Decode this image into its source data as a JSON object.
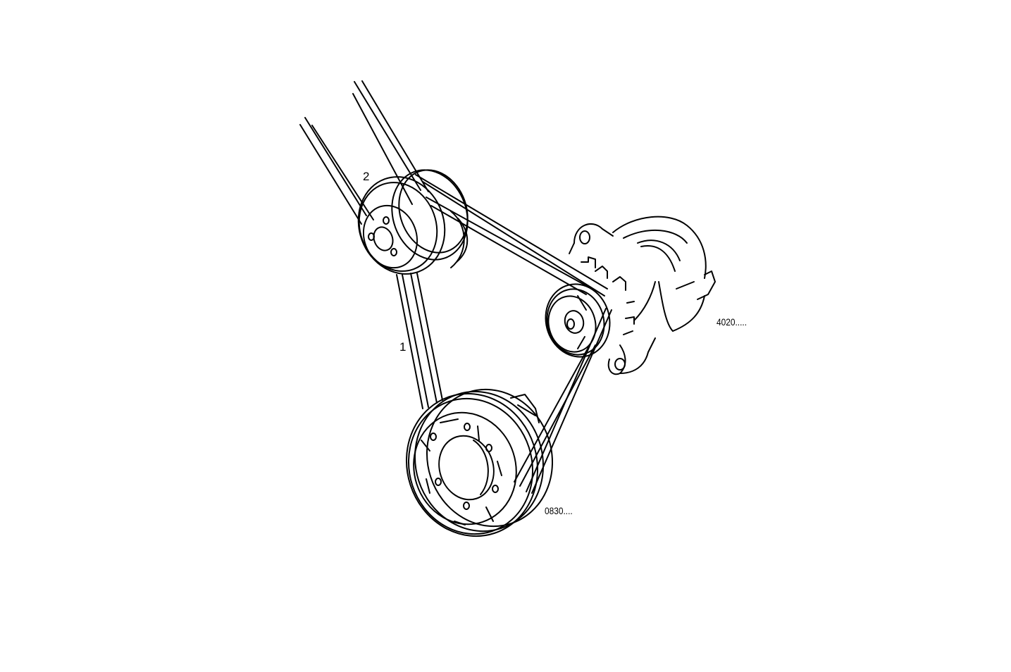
{
  "diagram": {
    "type": "parts-exploded-line-drawing",
    "subject": "engine belt drive",
    "components": [
      {
        "id": "water-pump-pulley",
        "name": "double-groove pulley (top)"
      },
      {
        "id": "alternator",
        "name": "alternator"
      },
      {
        "id": "alternator-pulley",
        "name": "alternator pulley"
      },
      {
        "id": "crankshaft-pulley",
        "name": "crankshaft pulley (bottom)"
      },
      {
        "id": "v-belt",
        "name": "V-belt pair"
      }
    ],
    "callouts": [
      {
        "id": "callout-1",
        "text": "1"
      },
      {
        "id": "callout-2",
        "text": "2"
      }
    ],
    "part_references": [
      {
        "id": "ref-alternator",
        "text": "4020....."
      },
      {
        "id": "ref-crankshaft",
        "text": "0830...."
      }
    ]
  },
  "colors": {
    "background": "#ffffff",
    "line": "#000000"
  }
}
